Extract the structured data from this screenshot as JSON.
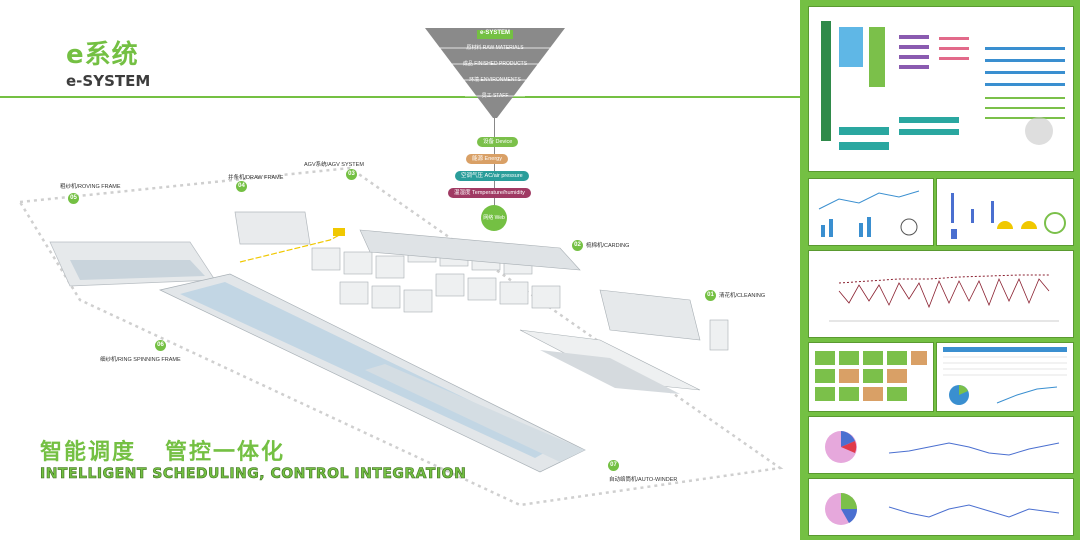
{
  "brand": {
    "title_cn": "e系统",
    "title_en": "e-SYSTEM"
  },
  "funnel": {
    "title": "e-SYSTEM",
    "levels": [
      "原材料 RAW MATERIALS",
      "成品 FINISHED PRODUCTS",
      "环境 ENVIRONMENTS",
      "员工 STAFF"
    ]
  },
  "metrics": [
    {
      "label": "设备 Device",
      "color": "#7bc04a"
    },
    {
      "label": "能源 Energy",
      "color": "#d9a066"
    },
    {
      "label": "空调气压 AC/air pressure",
      "color": "#2a9d9a"
    },
    {
      "label": "温湿度 Temperature/humidity",
      "color": "#a03a63"
    }
  ],
  "network": {
    "label": "网络 Web"
  },
  "stations": [
    {
      "num": "01",
      "label": "清花机/CLEANING"
    },
    {
      "num": "02",
      "label": "梳棉机/CARDING"
    },
    {
      "num": "03",
      "label": "AGV系统/AGV SYSTEM"
    },
    {
      "num": "04",
      "label": "并条机/DRAW FRAME"
    },
    {
      "num": "05",
      "label": "粗纱机/ROVING FRAME"
    },
    {
      "num": "06",
      "label": "细纱机/RING SPINNING FRAME"
    },
    {
      "num": "07",
      "label": "自动络筒机/AUTO-WINDER"
    }
  ],
  "slogan": {
    "cn": "智能调度   管控一体化",
    "en": "INTELLIGENT SCHEDULING, CONTROL INTEGRATION"
  },
  "colors": {
    "brand_green": "#74c043",
    "dark_gray": "#3d3d3d"
  }
}
